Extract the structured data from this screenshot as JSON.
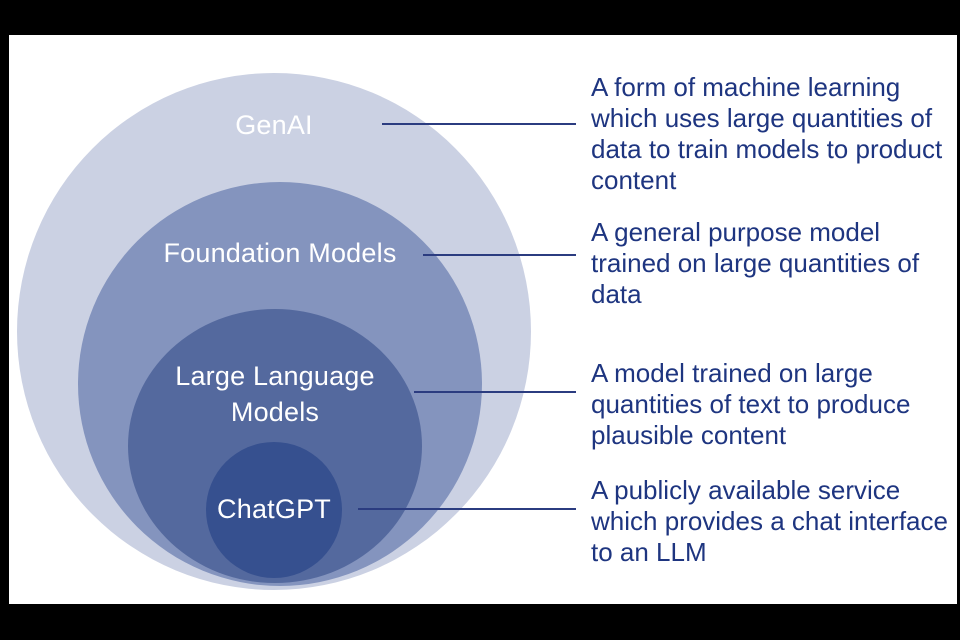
{
  "slide": {
    "background_color": "#000000",
    "canvas_color": "#FFFFFF"
  },
  "colors": {
    "genai_circle": "#CBD1E3",
    "foundation_circle": "#8494BE",
    "llm_circle": "#54699E",
    "chatgpt_circle": "#36508F",
    "circle_label_text": "#FFFFFF",
    "description_text": "#1E3580",
    "connector_line": "#2B3C80"
  },
  "circles": [
    {
      "label_lines": [
        "GenAI"
      ],
      "description_lines": [
        "A form of machine learning",
        "which uses large quantities of",
        "data to train models to product",
        "content"
      ]
    },
    {
      "label_lines": [
        "Foundation Models"
      ],
      "description_lines": [
        "A general purpose model",
        "trained on large quantities of",
        "data"
      ]
    },
    {
      "label_lines": [
        "Large Language",
        "Models"
      ],
      "description_lines": [
        "A model trained on large",
        "quantities of text to produce",
        "plausible content"
      ]
    },
    {
      "label_lines": [
        "ChatGPT"
      ],
      "description_lines": [
        "A publicly available service",
        "which provides a chat interface",
        "to an LLM"
      ]
    }
  ]
}
